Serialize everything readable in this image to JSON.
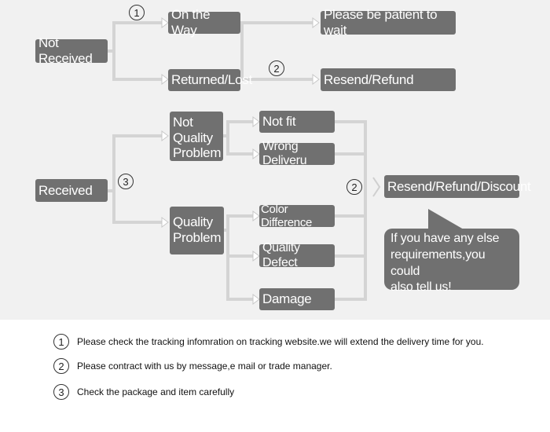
{
  "diagram": {
    "not_received": "Not Received",
    "on_the_way": "On the Way",
    "returned_lost": "Returned/Lost",
    "be_patient": "Please be patient to wait",
    "resend_refund": "Resend/Refund",
    "received": "Received",
    "not_quality_problem": [
      "Not",
      "Quality",
      "Problem"
    ],
    "quality_problem": [
      "Quality",
      "Problem"
    ],
    "not_fit": "Not fit",
    "wrong_delivery": "Wrong Deliveru",
    "color_difference": "Color Difference",
    "quality_defect": "Quality Defect",
    "damage": "Damage",
    "resend_refund_discount": "Resend/Refund/Discount",
    "bubble_text": [
      "If you have any else",
      "requirements,you could",
      "also tell us!"
    ],
    "markers": {
      "one": "1",
      "two": "2",
      "three": "3"
    }
  },
  "notes": [
    {
      "marker": "1",
      "text": "Please check the tracking infomration on tracking website.we will extend the delivery time for you."
    },
    {
      "marker": "2",
      "text": "Please contract with us by message,e mail or trade manager."
    },
    {
      "marker": "3",
      "text": "Check the package and item carefully"
    }
  ],
  "colors": {
    "box": "#707070",
    "background_upper": "#f1f1f1",
    "line": "#d4d4d4"
  }
}
